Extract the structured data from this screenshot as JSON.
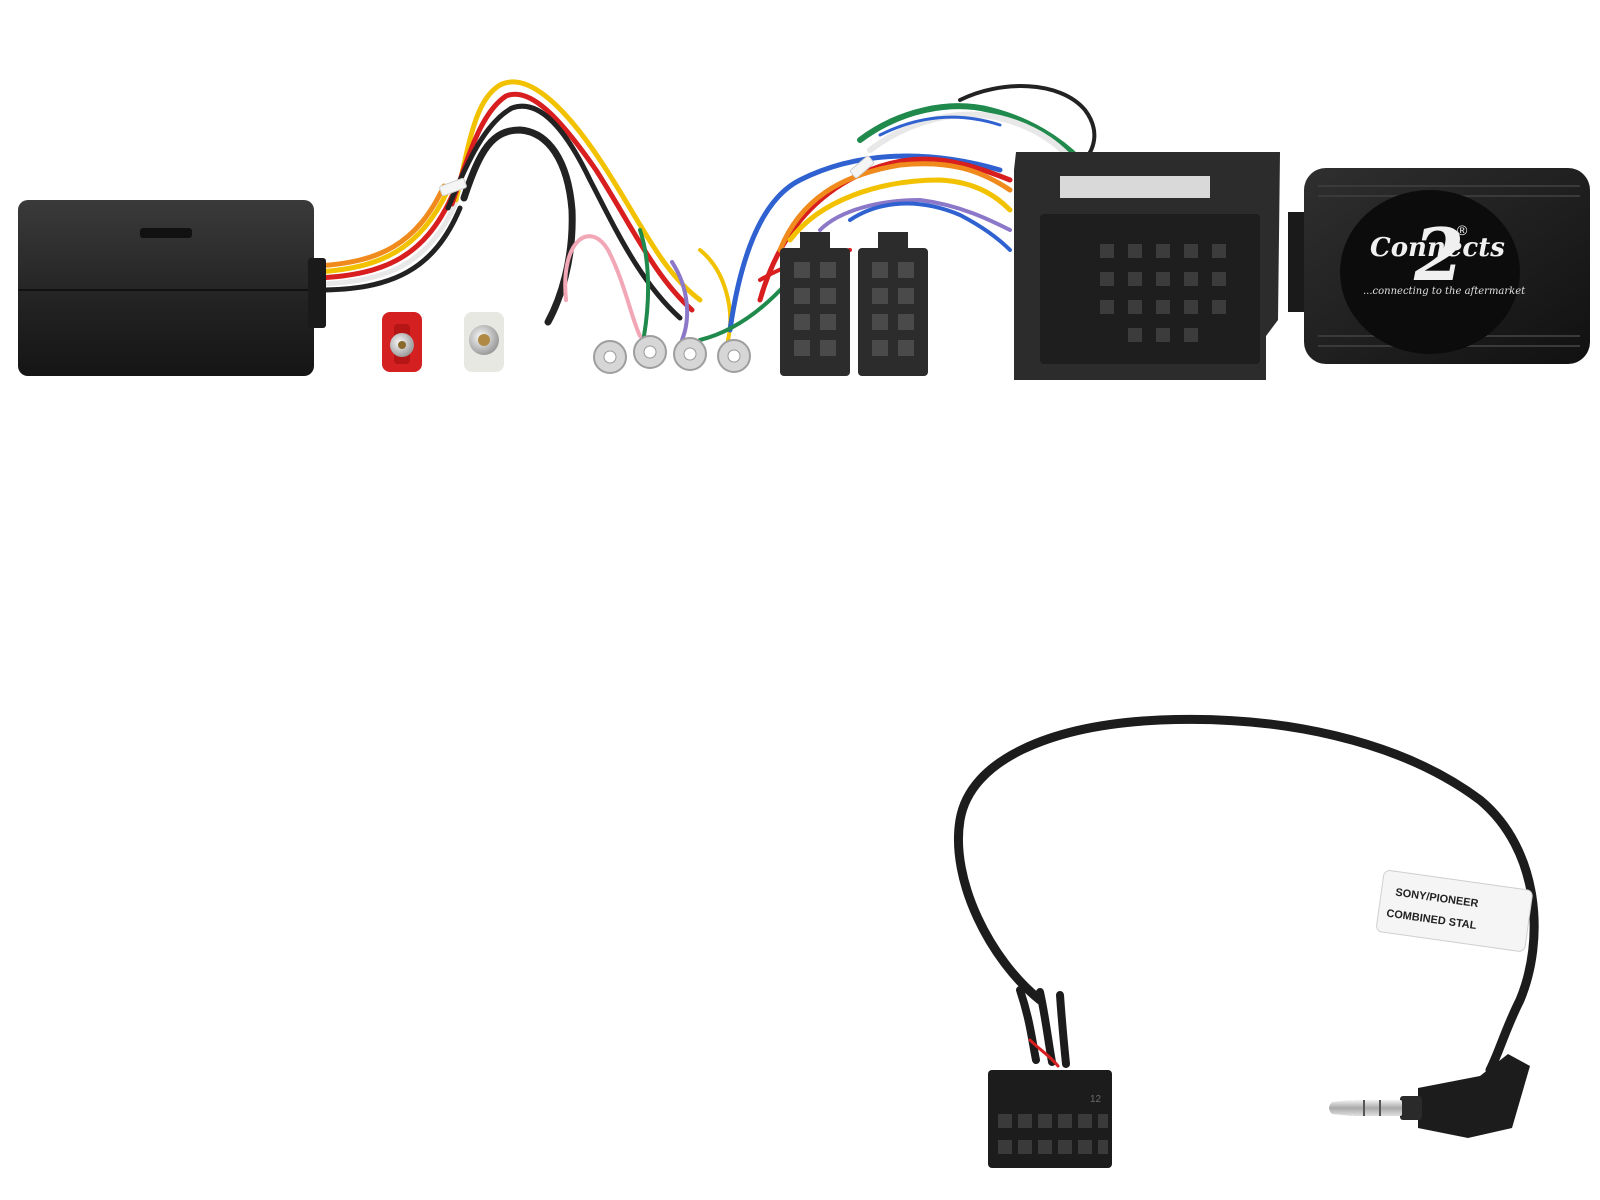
{
  "photo": {
    "subject": "steering wheel control interface kit",
    "background_color": "#ffffff"
  },
  "interface_module": {
    "brand_wordmark": "Connects",
    "brand_numeral": "2",
    "brand_registered": "®",
    "brand_tagline": "...connecting to the aftermarket"
  },
  "patch_lead": {
    "label_line_1": "SONY/PIONEER",
    "label_line_2": "COMBINED STAL",
    "connector_pin_marks": "12"
  },
  "colors": {
    "housing_black": "#232323",
    "connector_dark": "#2c2c2c",
    "rca_red": "#d42020",
    "wire_yellow": "#f2c200",
    "wire_red": "#d81e1e",
    "wire_green": "#1f8a4c",
    "wire_blue": "#2f62d0",
    "wire_white": "#e8e8e8",
    "wire_pink": "#f2a7b7",
    "wire_orange": "#f08a1c",
    "wire_violet": "#8c78c8",
    "jack_metal": "#c7c7c7"
  }
}
